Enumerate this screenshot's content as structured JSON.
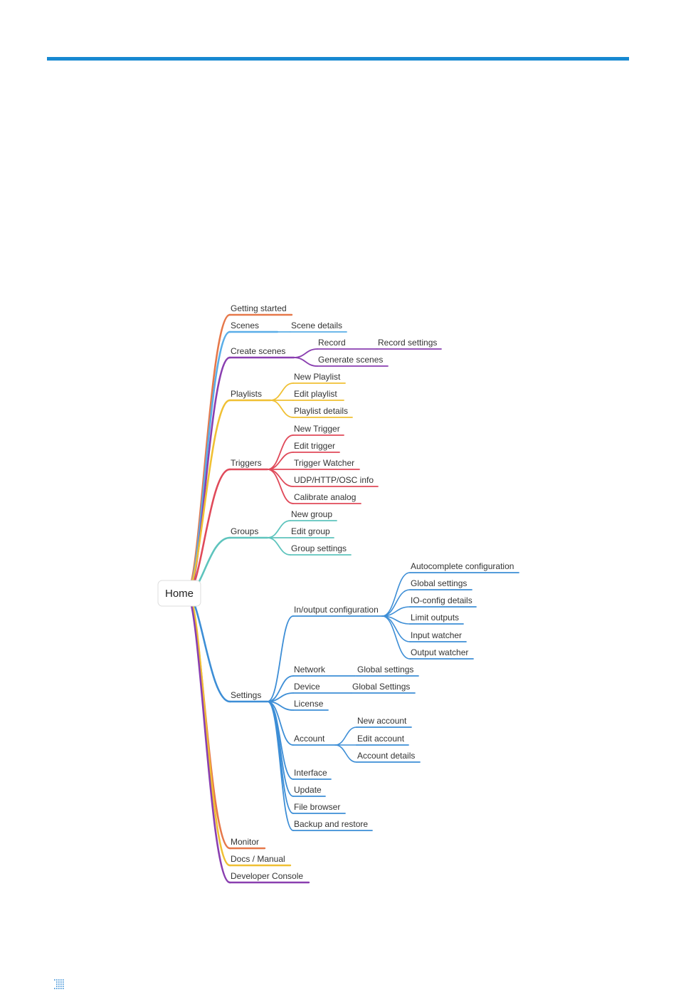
{
  "colors": {
    "rule": "#1789d1",
    "icon": "#3b8fd6",
    "orange": "#e6784a",
    "blue": "#5aaee8",
    "purple": "#8a3fb0",
    "yellow": "#f0c033",
    "red": "#e04a5a",
    "teal": "#5ec4bd",
    "darkblue": "#3d8ed6"
  },
  "mindmap": {
    "root": "Home",
    "branches": [
      {
        "id": "getting-started",
        "label": "Getting started",
        "color": "orange",
        "children": []
      },
      {
        "id": "scenes",
        "label": "Scenes",
        "color": "blue",
        "children": [
          {
            "id": "scene-details",
            "label": "Scene details",
            "children": []
          }
        ]
      },
      {
        "id": "create-scenes",
        "label": "Create scenes",
        "color": "purple",
        "children": [
          {
            "id": "record",
            "label": "Record",
            "children": [
              {
                "id": "record-settings",
                "label": "Record settings"
              }
            ]
          },
          {
            "id": "generate-scenes",
            "label": "Generate scenes",
            "children": []
          }
        ]
      },
      {
        "id": "playlists",
        "label": "Playlists",
        "color": "yellow",
        "children": [
          {
            "id": "new-playlist",
            "label": "New Playlist",
            "children": []
          },
          {
            "id": "edit-playlist",
            "label": "Edit playlist",
            "children": []
          },
          {
            "id": "playlist-details",
            "label": "Playlist details",
            "children": []
          }
        ]
      },
      {
        "id": "triggers",
        "label": "Triggers",
        "color": "red",
        "children": [
          {
            "id": "new-trigger",
            "label": "New Trigger",
            "children": []
          },
          {
            "id": "edit-trigger",
            "label": "Edit trigger",
            "children": []
          },
          {
            "id": "trigger-watcher",
            "label": "Trigger Watcher",
            "children": []
          },
          {
            "id": "udp-http-osc-info",
            "label": "UDP/HTTP/OSC info",
            "children": []
          },
          {
            "id": "calibrate-analog",
            "label": "Calibrate analog",
            "children": []
          }
        ]
      },
      {
        "id": "groups",
        "label": "Groups",
        "color": "teal",
        "children": [
          {
            "id": "new-group",
            "label": "New group",
            "children": []
          },
          {
            "id": "edit-group",
            "label": "Edit group",
            "children": []
          },
          {
            "id": "group-settings",
            "label": "Group settings",
            "children": []
          }
        ]
      },
      {
        "id": "settings",
        "label": "Settings",
        "color": "darkblue",
        "children": [
          {
            "id": "io-configuration",
            "label": "In/output configuration",
            "children": [
              {
                "id": "autocomplete-configuration",
                "label": "Autocomplete configuration"
              },
              {
                "id": "global-settings-io",
                "label": "Global settings"
              },
              {
                "id": "io-config-details",
                "label": "IO-config details"
              },
              {
                "id": "limit-outputs",
                "label": "Limit outputs"
              },
              {
                "id": "input-watcher",
                "label": "Input watcher"
              },
              {
                "id": "output-watcher",
                "label": "Output watcher"
              }
            ]
          },
          {
            "id": "network",
            "label": "Network",
            "children": [
              {
                "id": "global-settings-network",
                "label": "Global settings"
              }
            ]
          },
          {
            "id": "device",
            "label": "Device",
            "children": [
              {
                "id": "global-settings-device",
                "label": "Global Settings"
              }
            ]
          },
          {
            "id": "license",
            "label": "License",
            "children": []
          },
          {
            "id": "account",
            "label": "Account",
            "children": [
              {
                "id": "new-account",
                "label": "New account"
              },
              {
                "id": "edit-account",
                "label": "Edit account"
              },
              {
                "id": "account-details",
                "label": "Account details"
              }
            ]
          },
          {
            "id": "interface",
            "label": "Interface",
            "children": []
          },
          {
            "id": "update",
            "label": "Update",
            "children": []
          },
          {
            "id": "file-browser",
            "label": "File browser",
            "children": []
          },
          {
            "id": "backup-and-restore",
            "label": "Backup and restore",
            "children": []
          }
        ]
      },
      {
        "id": "monitor",
        "label": "Monitor",
        "color": "orange",
        "children": []
      },
      {
        "id": "docs-manual",
        "label": "Docs / Manual",
        "color": "yellow",
        "children": []
      },
      {
        "id": "developer-console",
        "label": "Developer Console",
        "color": "purple",
        "children": []
      }
    ]
  }
}
